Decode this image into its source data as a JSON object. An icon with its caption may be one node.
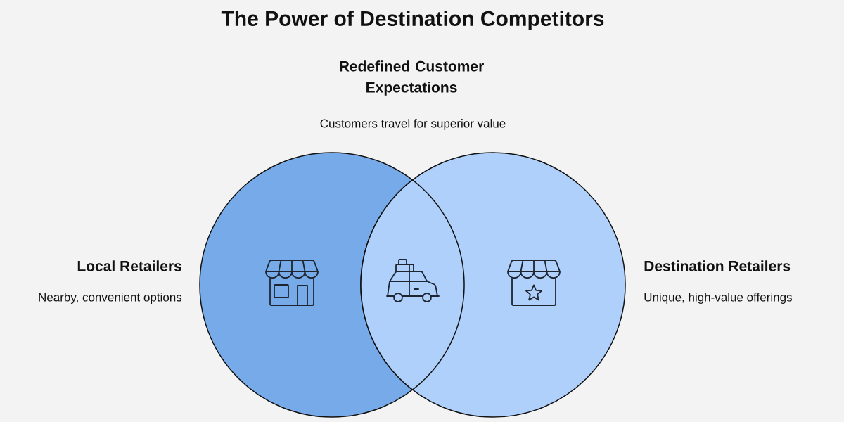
{
  "diagram": {
    "title": "The Power of Destination Competitors",
    "nodes": [
      {
        "text": [
          "Local Retailers",
          "Nearby, convenient options"
        ]
      },
      {
        "text": [
          "Destination Retailers",
          "Unique, high-value offerings"
        ]
      }
    ],
    "labels": [
      "Redefined Customer Expectations",
      "Customers travel for superior value"
    ]
  }
}
